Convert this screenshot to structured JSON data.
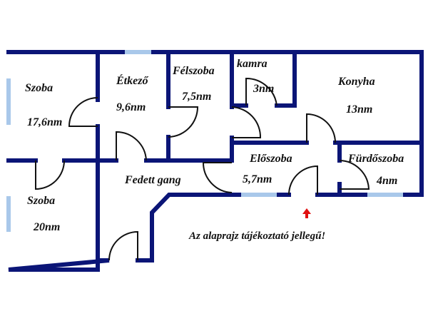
{
  "rooms": [
    {
      "name": "Szoba",
      "area": "17,6nm"
    },
    {
      "name": "Étkező",
      "area": "9,6nm"
    },
    {
      "name": "Félszoba",
      "area": "7,5nm"
    },
    {
      "name": "kamra",
      "area": "3nm"
    },
    {
      "name": "Konyha",
      "area": "13nm"
    },
    {
      "name": "Szoba",
      "area": "20nm"
    },
    {
      "name": "Fedett gang"
    },
    {
      "name": "Előszoba",
      "area": "5,7nm"
    },
    {
      "name": "Fürdőszoba",
      "area": "4nm"
    }
  ],
  "note": "Az alaprajz tájékoztató jellegű!",
  "colors": {
    "wall": "#0b1577",
    "window": "#a9c8ea",
    "door": "#111111",
    "arrow": "#e01010"
  }
}
